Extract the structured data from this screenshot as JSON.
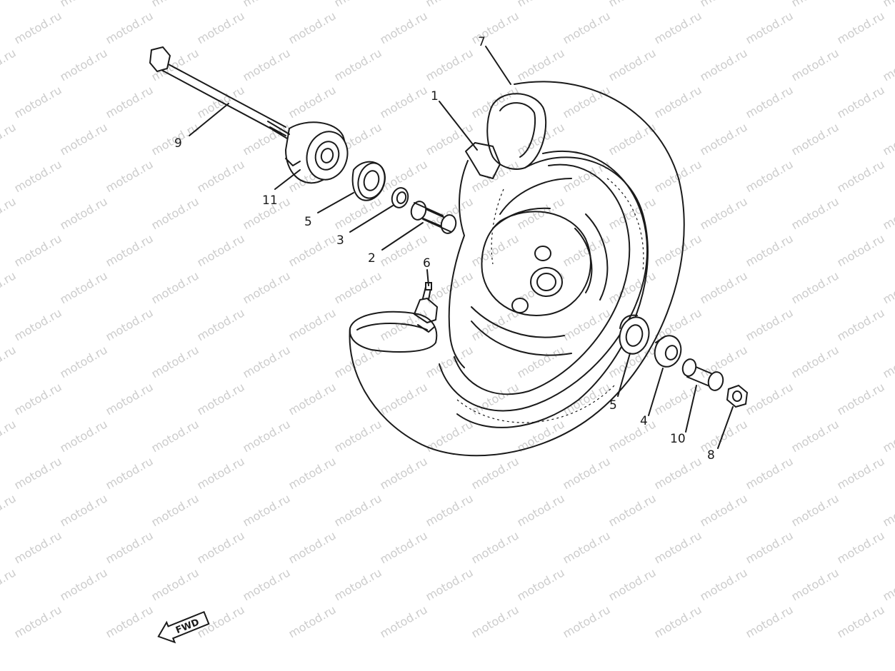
{
  "watermark": "motod.ru",
  "colors": {
    "ink": "#1a1a1a",
    "watermark": "#cccccc",
    "background": "#ffffff"
  },
  "callouts": {
    "c1": "1",
    "c2": "2",
    "c3": "3",
    "c4": "4",
    "c5a": "5",
    "c5b": "5",
    "c6": "6",
    "c7": "7",
    "c8": "8",
    "c9": "9",
    "c10": "10",
    "c11": "11"
  },
  "fwd_label": "FWD"
}
